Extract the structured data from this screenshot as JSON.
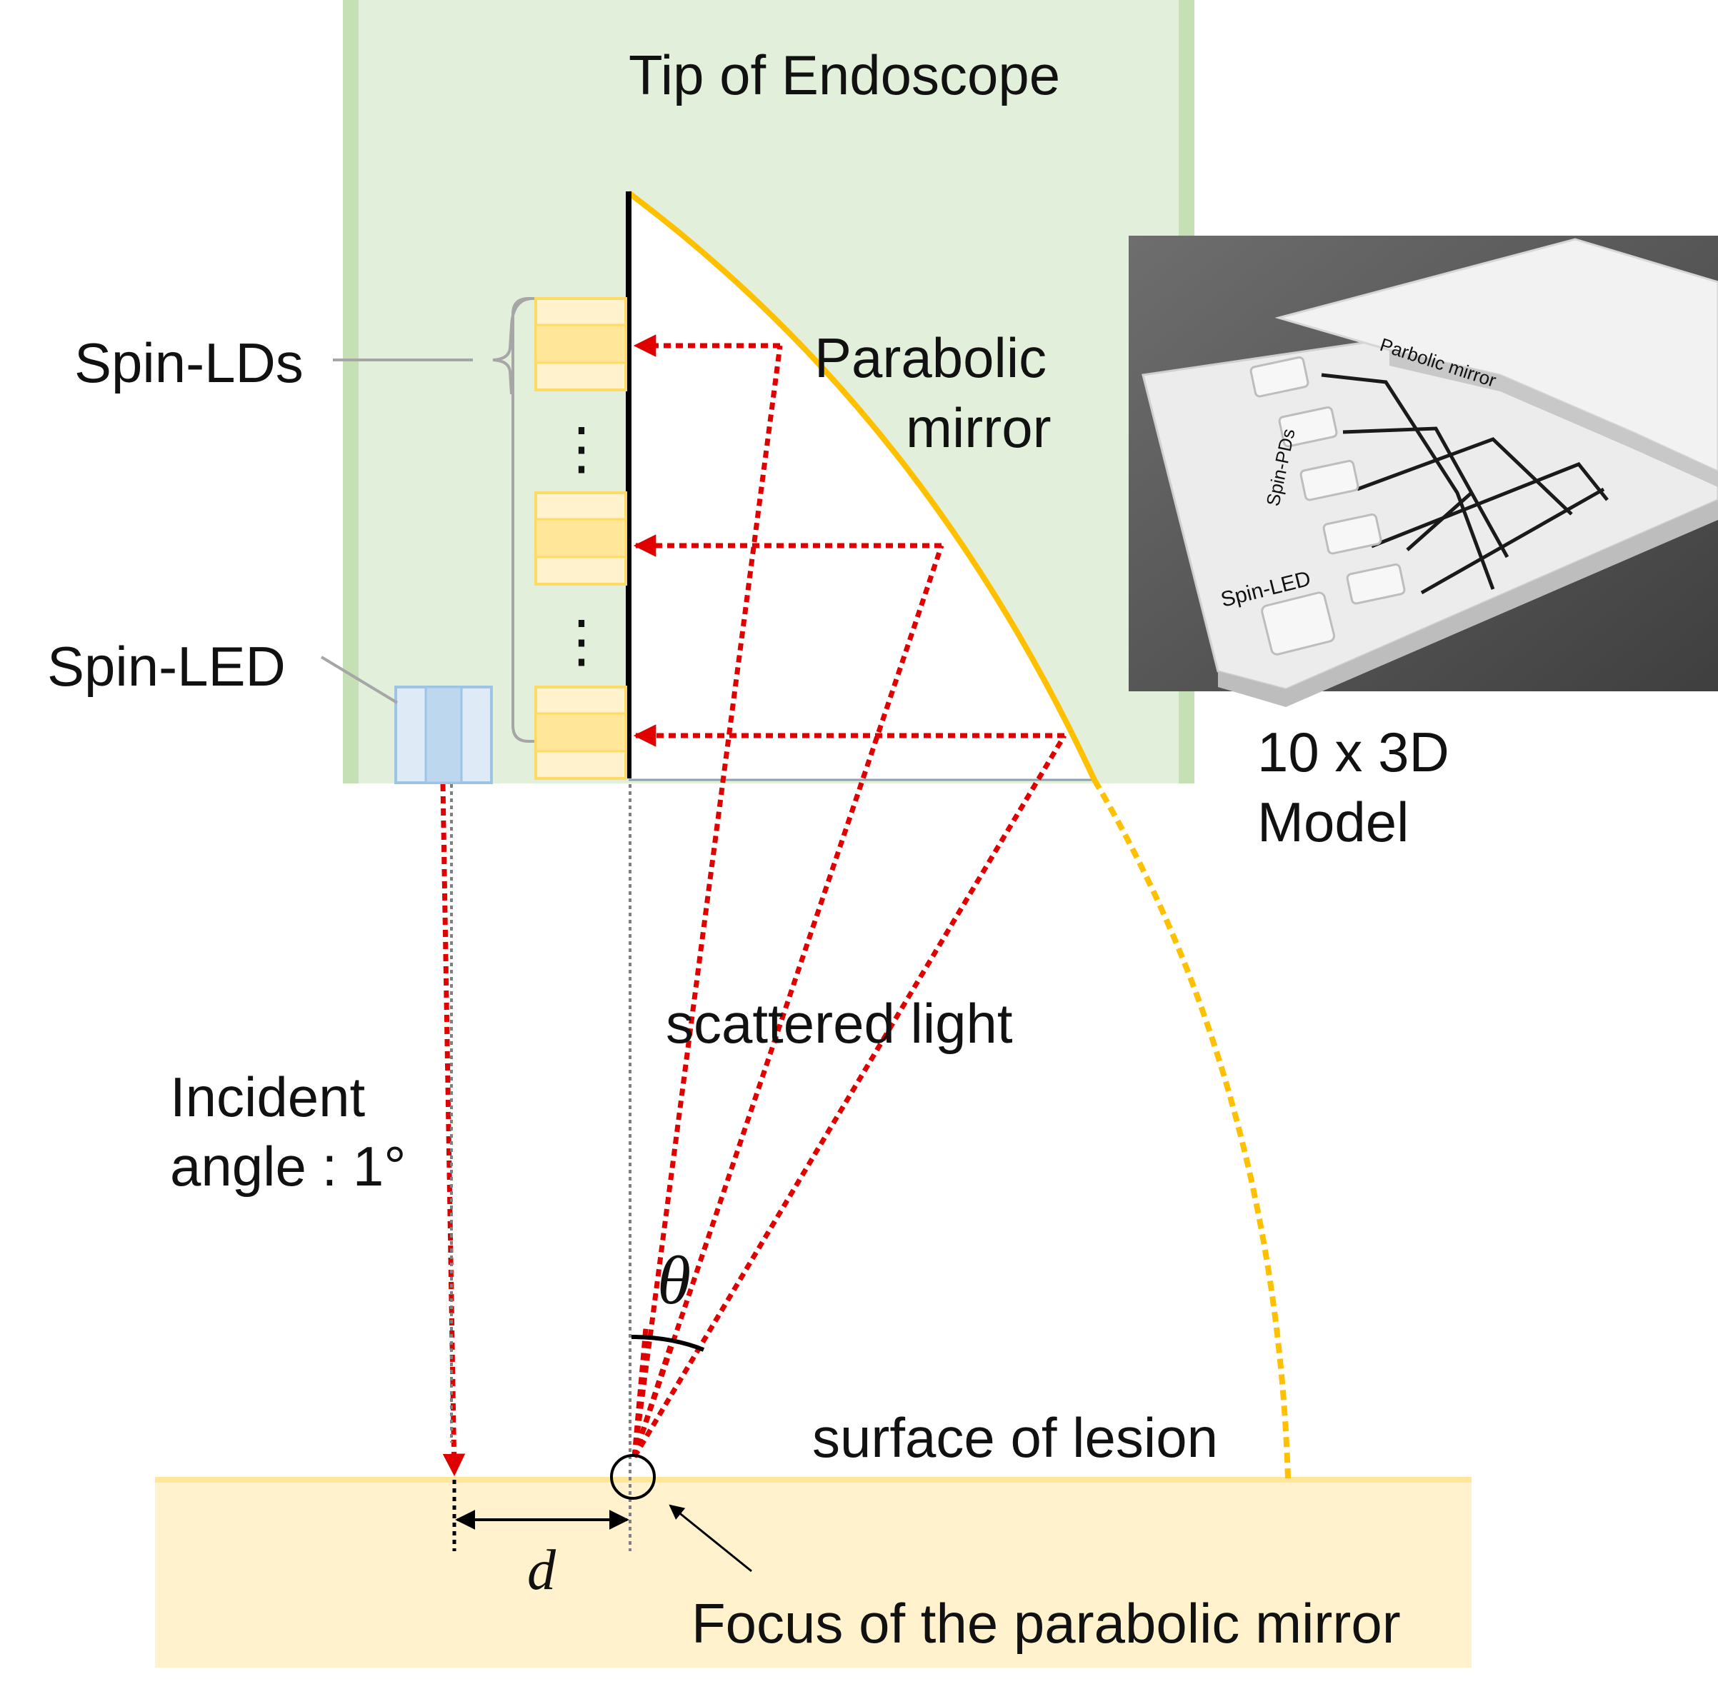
{
  "labels": {
    "tip_of_endoscope": "Tip of Endoscope",
    "spin_lds": "Spin-LDs",
    "spin_led": "Spin-LED",
    "parabolic_mirror_line1": "Parabolic",
    "parabolic_mirror_line2": "mirror",
    "model_line1": "10 x 3D",
    "model_line2": "Model",
    "scattered_light": "scattered light",
    "incident_angle_line1": "Incident",
    "incident_angle_line2": "angle :  1°",
    "theta": "θ",
    "surface_of_lesion": "surface of lesion",
    "distance_d": "d",
    "focus": "Focus of the parabolic mirror",
    "ellipsis": "⋮"
  },
  "photo_labels": {
    "mirror": "Parbolic mirror",
    "pds": "Spin-PDs",
    "led": "Spin-LED"
  },
  "colors": {
    "endoscope_bg": "#e2efda",
    "endoscope_edge": "#c5e0b4",
    "lesion_bg": "#fff2cc",
    "lesion_edge": "#ffe699",
    "mirror": "#ffc000",
    "ld_fill": "#ffe699",
    "ld_light": "#fff2cc",
    "ld_stroke": "#ffd966",
    "led_fill": "#bdd7ee",
    "led_light": "#deebf7",
    "led_stroke": "#9dc3e6",
    "light_ray": "#e00000",
    "photo_bg": "#595959"
  },
  "icons": [
    "arrow-head-icon",
    "focus-circle-icon",
    "brace-icon"
  ]
}
